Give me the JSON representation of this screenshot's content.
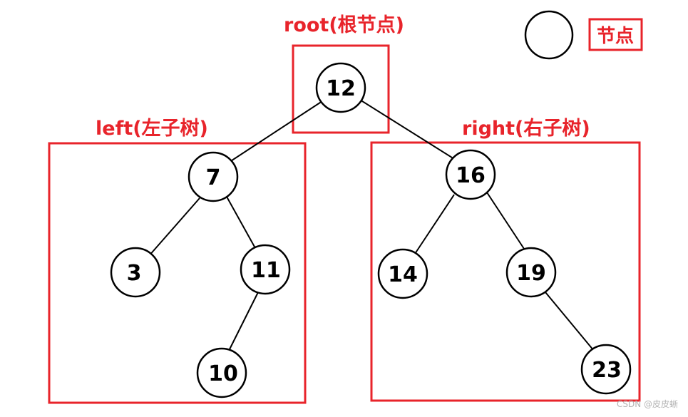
{
  "colors": {
    "accent": "#e8242b",
    "stroke": "#000000",
    "watermark": "#b3b3b3"
  },
  "regions": {
    "root": "root(根节点)",
    "left": "left(左子树)",
    "right": "right(右子树)"
  },
  "legend": {
    "label": "节点"
  },
  "nodes": {
    "n12": "12",
    "n7": "7",
    "n16": "16",
    "n3": "3",
    "n11": "11",
    "n10": "10",
    "n14": "14",
    "n19": "19",
    "n23": "23"
  },
  "watermark": "CSDN @皮皮蜥"
}
